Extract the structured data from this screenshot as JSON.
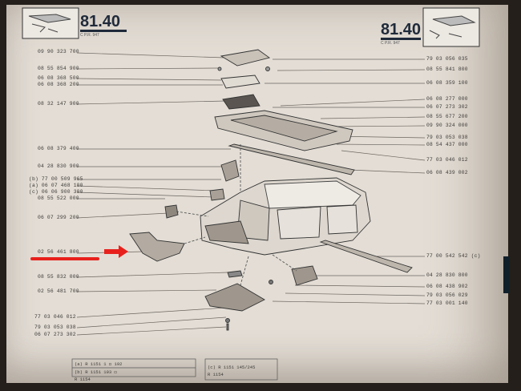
{
  "header": {
    "section_left": "81.40",
    "section_left_sub": "C      P.R. 947",
    "section_right": "81.40",
    "section_right_sub": "C      P.R. 947"
  },
  "labels_left": [
    "09 90 323 700",
    "08 55 854 900",
    "06 08 368 500",
    "06 08 368 200",
    "08 32 147 900",
    "06 08 379 400",
    "04 28 830 900",
    "(b) 77 00 509 965",
    "(a) 06 07 468 100",
    "(c) 06 06 900 300",
    "08 55 522 000",
    "06 07 299 200",
    "02 56 461 800",
    "08 55 832 000",
    "02 56 481 700",
    "77 03 046 012",
    "79 03 053 038",
    "06 07 273 302"
  ],
  "labels_right": [
    "79 03 056 035",
    "08 55 841 800",
    "06 08 359 100",
    "06 08 277 000",
    "06 07 273 302",
    "08 55 677 200",
    "09 90 324 000",
    "79 03 053 038",
    "08 54 437 000",
    "77 03 046 012",
    "06 08 439 002",
    "77 00 542 542 (c)",
    "04 28 830 800",
    "06 08 438 902",
    "79 03 056 029",
    "77 03 001 140"
  ],
  "footer": {
    "row1": "(a)  R 1151        1 ◻        192",
    "row2": "(b)  R 1151    193 ◻",
    "row3": "     R 1154",
    "row4": "(c)  R 1151  145/245",
    "row5": "     R 1154"
  },
  "colors": {
    "highlight": "#e8201c",
    "paper": "#e3ddd5",
    "ink": "#3d3a37"
  },
  "icons": {
    "arrow": "red-arrow-icon",
    "underline": "red-underline-mark"
  }
}
